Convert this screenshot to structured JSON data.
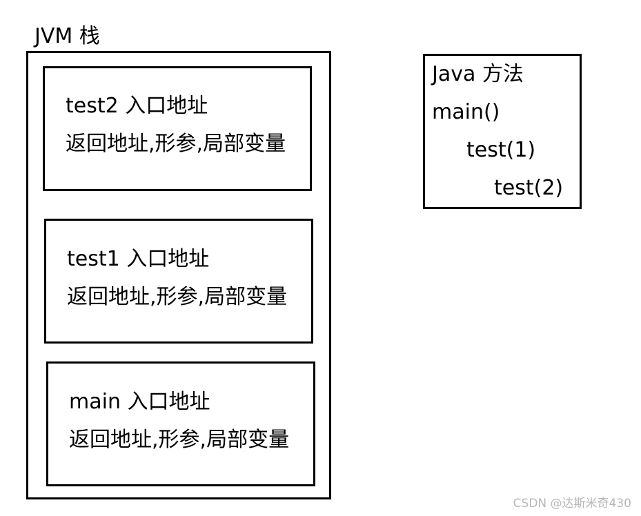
{
  "jvm_stack": {
    "title": "JVM 栈",
    "frames": [
      {
        "entry": "test2 入口地址",
        "contents": "返回地址,形参,局部变量"
      },
      {
        "entry": "test1 入口地址",
        "contents": "返回地址,形参,局部变量"
      },
      {
        "entry": "main 入口地址",
        "contents": "返回地址,形参,局部变量"
      }
    ]
  },
  "java_method": {
    "title": "Java 方法",
    "lines": [
      "main()",
      "test(1)",
      "test(2)"
    ]
  },
  "watermark": "CSDN @达斯米奇430"
}
